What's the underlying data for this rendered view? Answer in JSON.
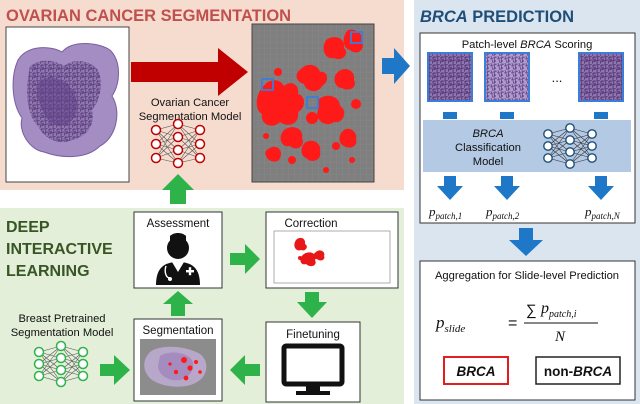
{
  "segmentation_panel": {
    "title": "OVARIAN CANCER SEGMENTATION",
    "model_label_line1": "Ovarian Cancer",
    "model_label_line2": "Segmentation Model"
  },
  "brca_panel": {
    "title_italic": "BRCA",
    "title_rest": " PREDICTION",
    "scoring_prefix": "Patch-level ",
    "scoring_italic": "BRCA",
    "scoring_suffix": " Scoring",
    "ellipsis": "...",
    "classification_line1": "BRCA",
    "classification_line2": "Classification",
    "classification_line3": "Model",
    "p_symbol": "p",
    "subscript_1": "patch,1",
    "subscript_2": "patch,2",
    "subscript_n": "patch,N",
    "aggregation_title": "Aggregation for Slide-level Prediction",
    "formula_lhs_sub": "slide",
    "formula_equals": "=",
    "formula_sum": "∑",
    "formula_num_sub": "patch,i",
    "formula_denominator": "N",
    "label_brca": "BRCA",
    "label_non_prefix": "non-",
    "label_non_italic": "BRCA"
  },
  "interactive_panel": {
    "title_line1": "DEEP",
    "title_line2": "INTERACTIVE",
    "title_line3": "LEARNING",
    "assessment": "Assessment",
    "correction": "Correction",
    "breast_line1": "Breast Pretrained",
    "breast_line2": "Segmentation Model",
    "segmentation": "Segmentation",
    "finetuning": "Finetuning"
  },
  "colors": {
    "segmentation_bg": "#f6dccf",
    "segmentation_title": "#c0504d",
    "red_arrow": "#c00000",
    "brca_bg": "#dbe5f0",
    "brca_title": "#1f4e79",
    "blue_arrow": "#1f77c8",
    "classification_bg": "#b4c9e4",
    "interactive_bg": "#e3efd9",
    "interactive_title": "#375623",
    "green_arrow": "#2db34a",
    "brca_box_border": "#e02020",
    "tissue": "#8a6fa8",
    "mask_bg": "#7f7f7f",
    "mask_red": "#ff1a1a"
  }
}
